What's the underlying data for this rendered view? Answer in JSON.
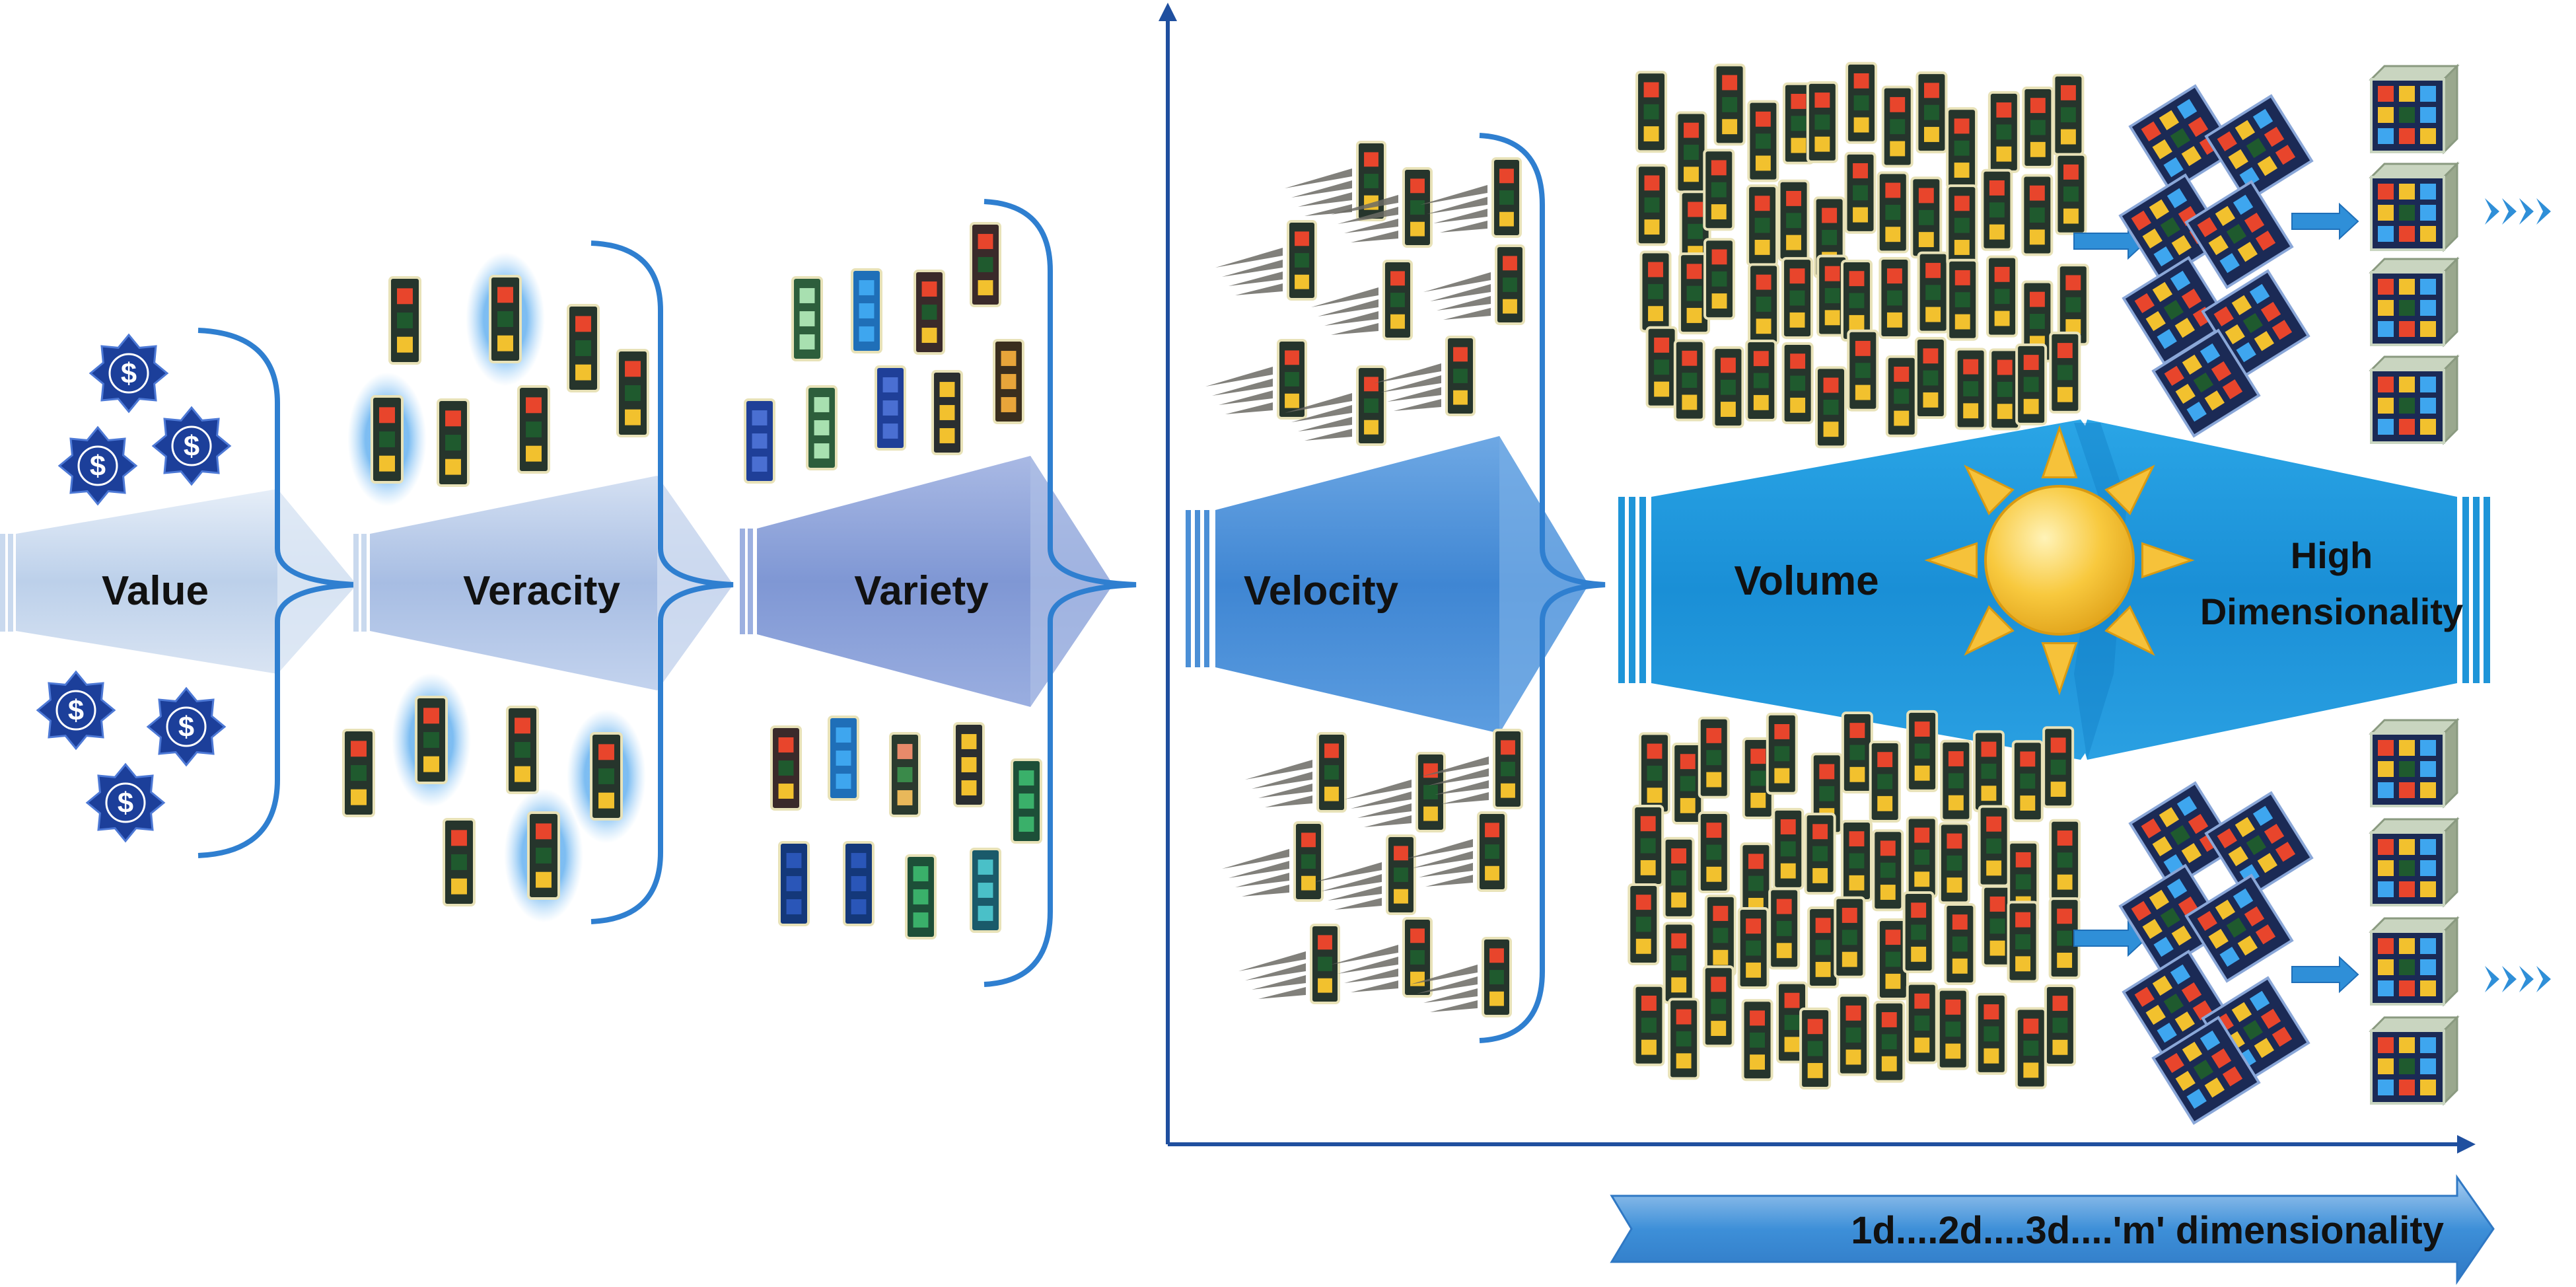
{
  "stages": [
    {
      "key": "value",
      "label": "Value"
    },
    {
      "key": "veracity",
      "label": "Veracity"
    },
    {
      "key": "variety",
      "label": "Variety"
    },
    {
      "key": "velocity",
      "label": "Velocity"
    },
    {
      "key": "volume",
      "label": "Volume"
    }
  ],
  "high_dimensionality": [
    "High",
    "Dimensionality"
  ],
  "dimensionality_arrow_label": "1d....2d....3d....'m' dimensionality",
  "icons": {
    "value": "dollar-star-icon",
    "data_record": "data-record-icon",
    "data_cube": "data-cube-icon",
    "sun": "sun-icon"
  },
  "colors": {
    "funnel_light": "#c9d9ee",
    "funnel_mid": "#8aa3d8",
    "funnel_blue": "#4b8fd6",
    "volume_blue": "#1f95d8",
    "bracket": "#2f7fd0",
    "axis": "#1f4f9f",
    "star": "#1c3f9a",
    "sun": "#f6c23a"
  }
}
